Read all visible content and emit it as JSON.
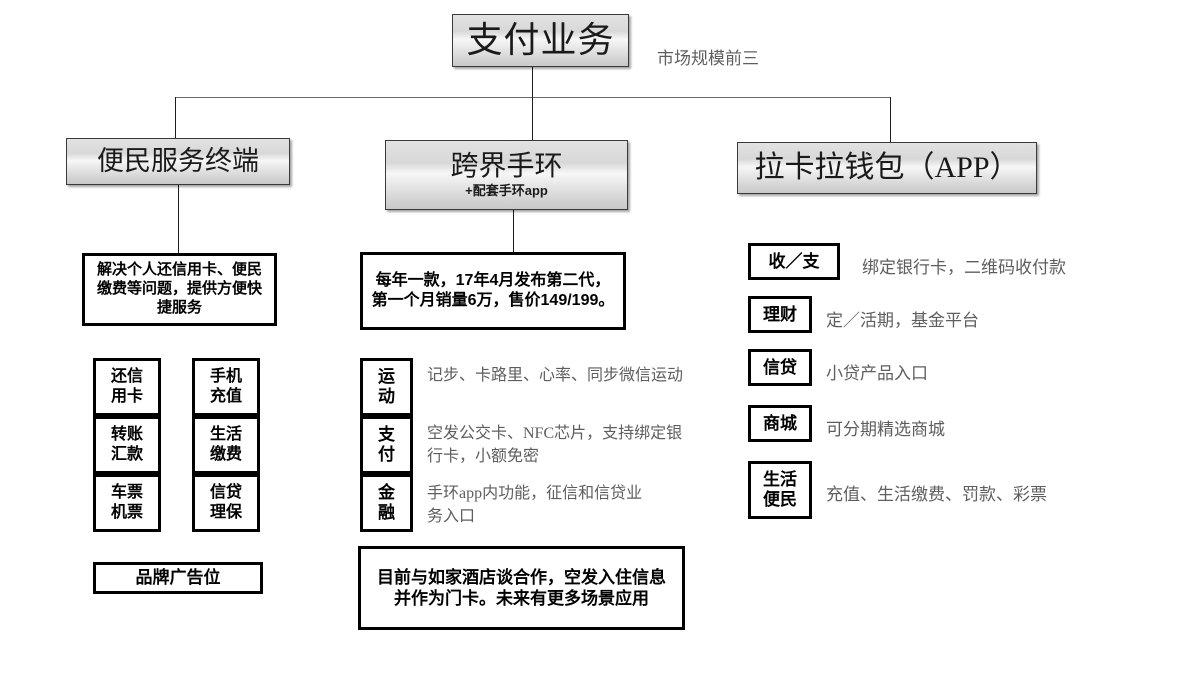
{
  "title": {
    "label": "支付业务",
    "note": "市场规模前三"
  },
  "branches": [
    {
      "label": "便民服务终端",
      "sub": ""
    },
    {
      "label": "跨界手环",
      "sub": "+配套手环app"
    },
    {
      "label": "拉卡拉钱包（APP）",
      "sub": ""
    }
  ],
  "left_column": {
    "description": "解决个人还信用卡、便民缴费等问题，提供方便快捷服务",
    "grid": [
      "还信用卡",
      "手机充值",
      "转账汇款",
      "生活缴费",
      "车票机票",
      "信贷理保"
    ],
    "banner": "品牌广告位"
  },
  "middle_column": {
    "description": "每年一款，17年4月发布第二代，第一个月销量6万，售价149/199。",
    "features": [
      {
        "tag": "运动",
        "text": "记步、卡路里、心率、同步微信运动"
      },
      {
        "tag": "支付",
        "text": "空发公交卡、NFC芯片，支持绑定银行卡，小额免密"
      },
      {
        "tag": "金融",
        "text": "手环app内功能，征信和信贷业务入口"
      }
    ],
    "footer": "目前与如家酒店谈合作，空发入住信息并作为门卡。未来有更多场景应用"
  },
  "right_column": {
    "items": [
      {
        "tag": "收／支",
        "text": "绑定银行卡，二维码收付款"
      },
      {
        "tag": "理财",
        "text": "定／活期，基金平台"
      },
      {
        "tag": "信贷",
        "text": "小贷产品入口"
      },
      {
        "tag": "商城",
        "text": "可分期精选商城"
      },
      {
        "tag": "生活便民",
        "text": "充值、生活缴费、罚款、彩票"
      }
    ]
  },
  "colors": {
    "line": "#1d1d1d",
    "box_border": "#000000",
    "gradient_border": "#3a3a3a",
    "muted_text": "#5e5e5e"
  }
}
